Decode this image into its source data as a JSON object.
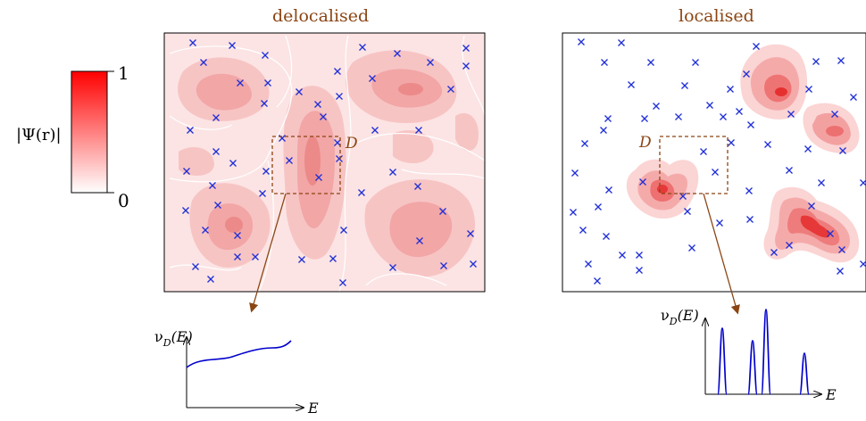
{
  "colorbar": {
    "label": "|Ψ(r)|",
    "max_label": "1",
    "min_label": "0"
  },
  "delocalised": {
    "title": "delocalised",
    "region_label": "D",
    "dos_ylabel_main": "ν",
    "dos_ylabel_sub": "D",
    "dos_ylabel_tail": "(E)",
    "dos_xlabel": "E"
  },
  "localised": {
    "title": "localised",
    "region_label": "D",
    "dos_ylabel_main": "ν",
    "dos_ylabel_sub": "D",
    "dos_ylabel_tail": "(E)",
    "dos_xlabel": "E"
  },
  "colors": {
    "wave": "#ff0000",
    "crosses": "#1f2fd6",
    "region_box": "#8b4513",
    "titles": "#8b4513",
    "dos_curve": "#0000cc"
  }
}
